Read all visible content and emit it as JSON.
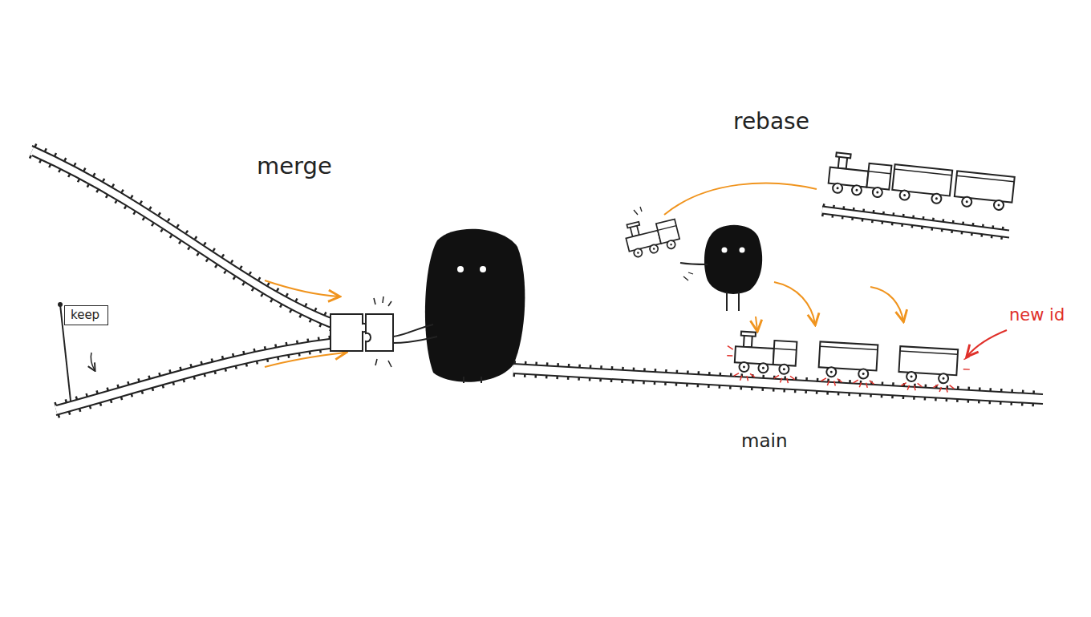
{
  "diagram": {
    "nodes": [
      {
        "text": [
          "keep"
        ]
      }
    ],
    "labels": [
      "merge",
      "rebase",
      "new id",
      "main"
    ]
  }
}
